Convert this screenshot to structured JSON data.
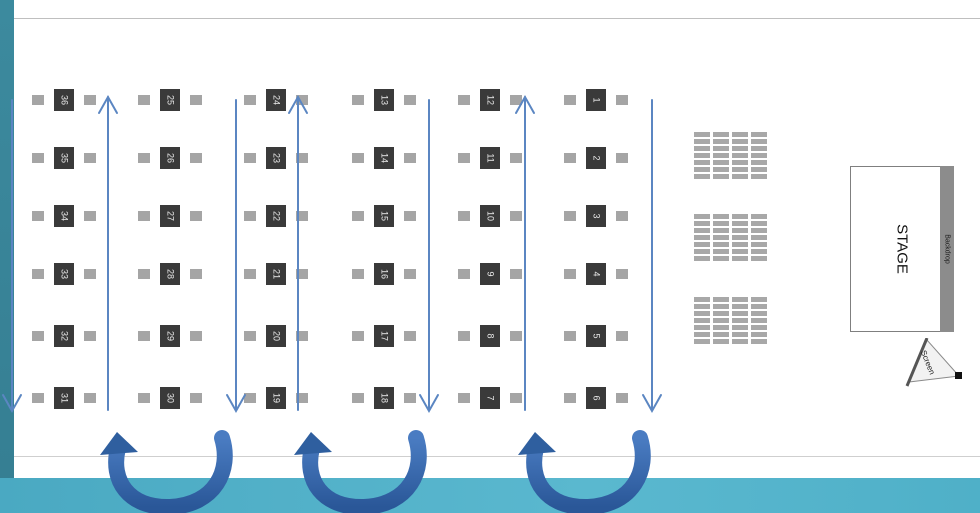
{
  "tables": {
    "col1": [
      "36",
      "35",
      "34",
      "33",
      "32",
      "31"
    ],
    "col2": [
      "25",
      "26",
      "27",
      "28",
      "29",
      "30"
    ],
    "col3": [
      "24",
      "23",
      "22",
      "21",
      "20",
      "19"
    ],
    "col4": [
      "13",
      "14",
      "15",
      "16",
      "17",
      "18"
    ],
    "col5": [
      "12",
      "11",
      "10",
      "9",
      "8",
      "7"
    ],
    "col6": [
      "1",
      "2",
      "3",
      "4",
      "5",
      "6"
    ]
  },
  "stage": {
    "label": "STAGE",
    "backdrop_label": "Backdrop"
  },
  "screen": {
    "label": "Screen"
  },
  "colors": {
    "arrow": "#5b86c2",
    "curved_arrow": "#2f5f9f",
    "table": "#3a3a3a",
    "chair": "#a5a5a5",
    "frame": "#3f8ea0"
  }
}
